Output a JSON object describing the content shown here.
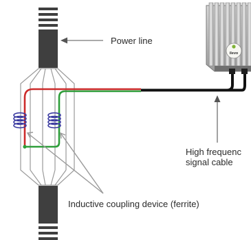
{
  "labels": {
    "power_line": "Power line",
    "high_freq_line1": "High frequenc",
    "high_freq_line2": "signal cable",
    "coupling_device": "Inductive coupling device (ferrite)"
  },
  "device": {
    "brand_text": "ilevo"
  },
  "colors": {
    "wire_red": "#cc2a2a",
    "wire_green": "#2e9e3a",
    "cable_black": "#111111",
    "coil_blue": "#3a3aa0",
    "frame_gray": "#9a9a9a",
    "power_line_dark": "#3f3f3f"
  }
}
